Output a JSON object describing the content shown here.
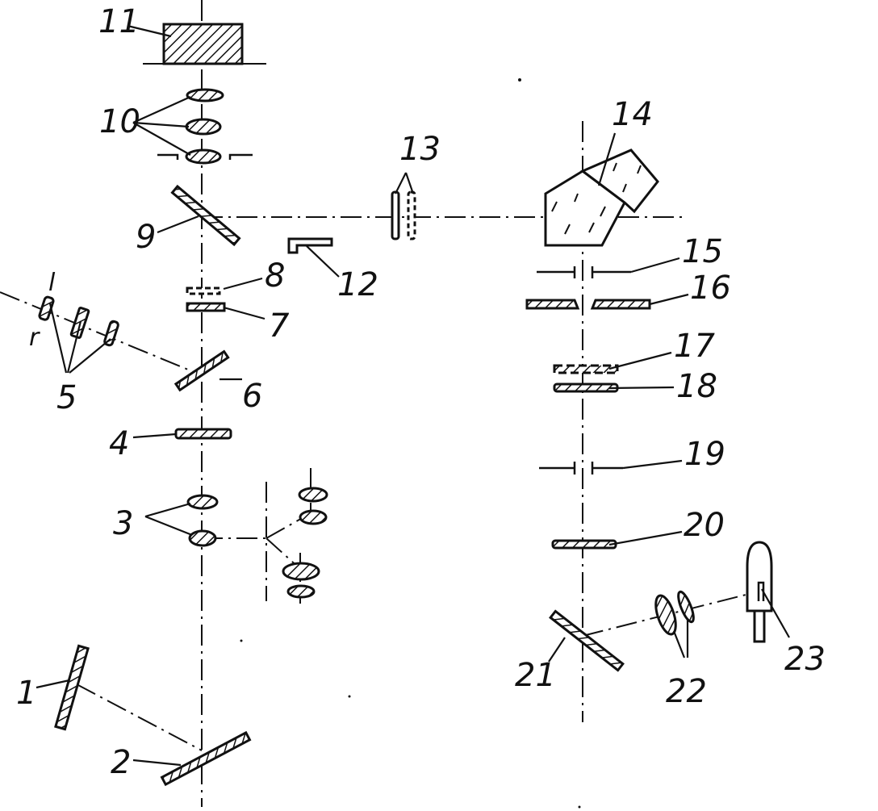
{
  "labels": {
    "l1": "1",
    "l2": "2",
    "l3": "3",
    "l4": "4",
    "l5": "5",
    "l6": "6",
    "l7": "7",
    "l8": "8",
    "l9": "9",
    "l10": "10",
    "l11": "11",
    "l12": "12",
    "l13": "13",
    "l14": "14",
    "l15": "15",
    "l16": "16",
    "l17": "17",
    "l18": "18",
    "l19": "19",
    "l20": "20",
    "l21": "21",
    "l22": "22",
    "l23": "23",
    "l_small_l": "l",
    "l_small_r": "r"
  },
  "colors": {
    "ink": "#111111",
    "paper": "#ffffff"
  }
}
